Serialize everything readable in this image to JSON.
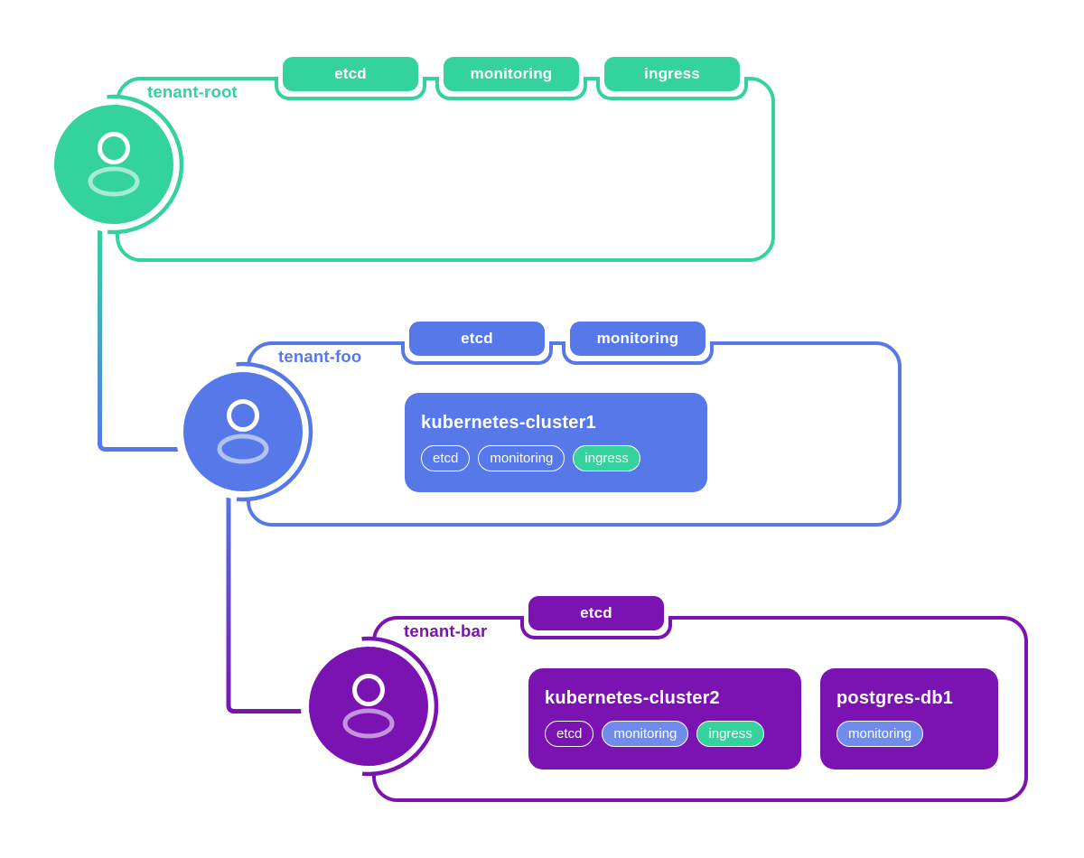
{
  "colors": {
    "background": "#ffffff",
    "green": "#34d29c",
    "blue": "#5778e8",
    "purple": "#7a13b2",
    "pill_blue": "#6f8bec",
    "text_on_fill": "#ffffff"
  },
  "tenants": [
    {
      "name": "tenant-root",
      "color_key": "green",
      "tabs": [
        "etcd",
        "monitoring",
        "ingress"
      ],
      "nodes": []
    },
    {
      "name": "tenant-foo",
      "color_key": "blue",
      "tabs": [
        "etcd",
        "monitoring"
      ],
      "nodes": [
        {
          "title": "kubernetes-cluster1",
          "pills": [
            {
              "label": "etcd",
              "fill": "transparent"
            },
            {
              "label": "monitoring",
              "fill": "transparent"
            },
            {
              "label": "ingress",
              "fill": "green"
            }
          ]
        }
      ]
    },
    {
      "name": "tenant-bar",
      "color_key": "purple",
      "tabs": [
        "etcd"
      ],
      "nodes": [
        {
          "title": "kubernetes-cluster2",
          "pills": [
            {
              "label": "etcd",
              "fill": "transparent"
            },
            {
              "label": "monitoring",
              "fill": "pill_blue"
            },
            {
              "label": "ingress",
              "fill": "green"
            }
          ]
        },
        {
          "title": "postgres-db1",
          "pills": [
            {
              "label": "monitoring",
              "fill": "pill_blue"
            }
          ]
        }
      ]
    }
  ],
  "connections": [
    {
      "from": "tenant-root",
      "to": "tenant-foo"
    },
    {
      "from": "tenant-foo",
      "to": "tenant-bar"
    }
  ]
}
